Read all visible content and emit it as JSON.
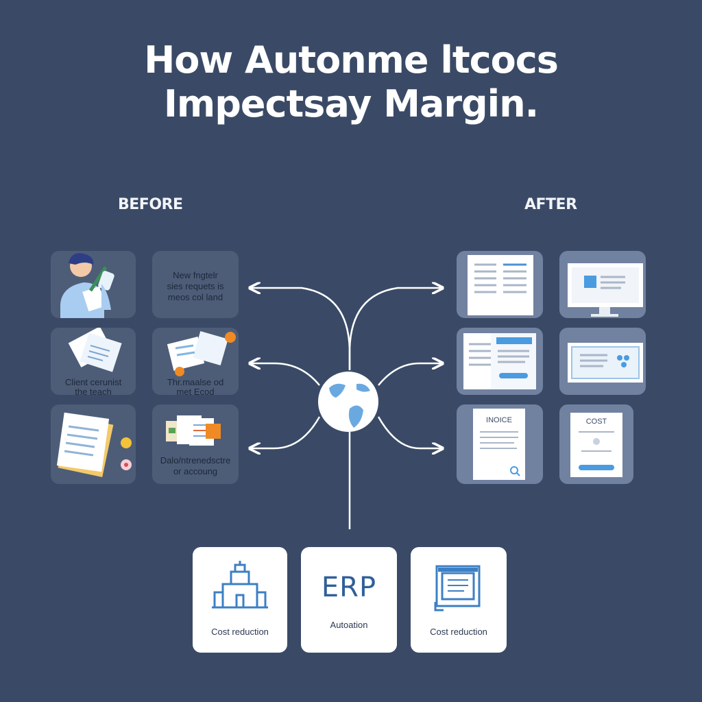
{
  "title": {
    "line1": "How Autonme ltcocs",
    "line2": "Impectsay Margin."
  },
  "sections": {
    "before": "BEFORE",
    "after": "AFTER"
  },
  "before_tiles": [
    {
      "text": "",
      "icon": "person-icon"
    },
    {
      "text_line1": "New fngtelr",
      "text_line2": "sies requets is",
      "text_line3": "meos col land"
    },
    {
      "text_line1": "Client cerunist",
      "text_line2": "the teach",
      "icon": "documents-icon"
    },
    {
      "text_line1": "Thr.maalse od",
      "text_line2": "met Ecod",
      "icon": "documents-alert-icon"
    },
    {
      "text": "",
      "icon": "paper-stack-icon"
    },
    {
      "text_line1": "Dalo/ntrenedsctre",
      "text_line2": "or accoung",
      "icon": "files-icon"
    }
  ],
  "after_tiles": [
    {
      "icon": "document-icon"
    },
    {
      "icon": "monitor-icon"
    },
    {
      "icon": "form-icon"
    },
    {
      "icon": "dashboard-icon"
    },
    {
      "label": "INOICE",
      "icon": "invoice-icon"
    },
    {
      "label": "COST",
      "icon": "cost-sheet-icon"
    }
  ],
  "center_icon": "globe-icon",
  "bottom_cards": [
    {
      "label": "Cost reduction",
      "icon": "building-icon"
    },
    {
      "heading": "ERP",
      "label": "Autoation"
    },
    {
      "label": "Cost reduction",
      "icon": "screen-document-icon"
    }
  ],
  "colors": {
    "background": "#3a4a66",
    "tile": "#4d5d78",
    "card": "#ffffff",
    "accent_blue": "#4a90d9",
    "alert_orange": "#f08a24",
    "alert_yellow": "#f3c23a"
  }
}
